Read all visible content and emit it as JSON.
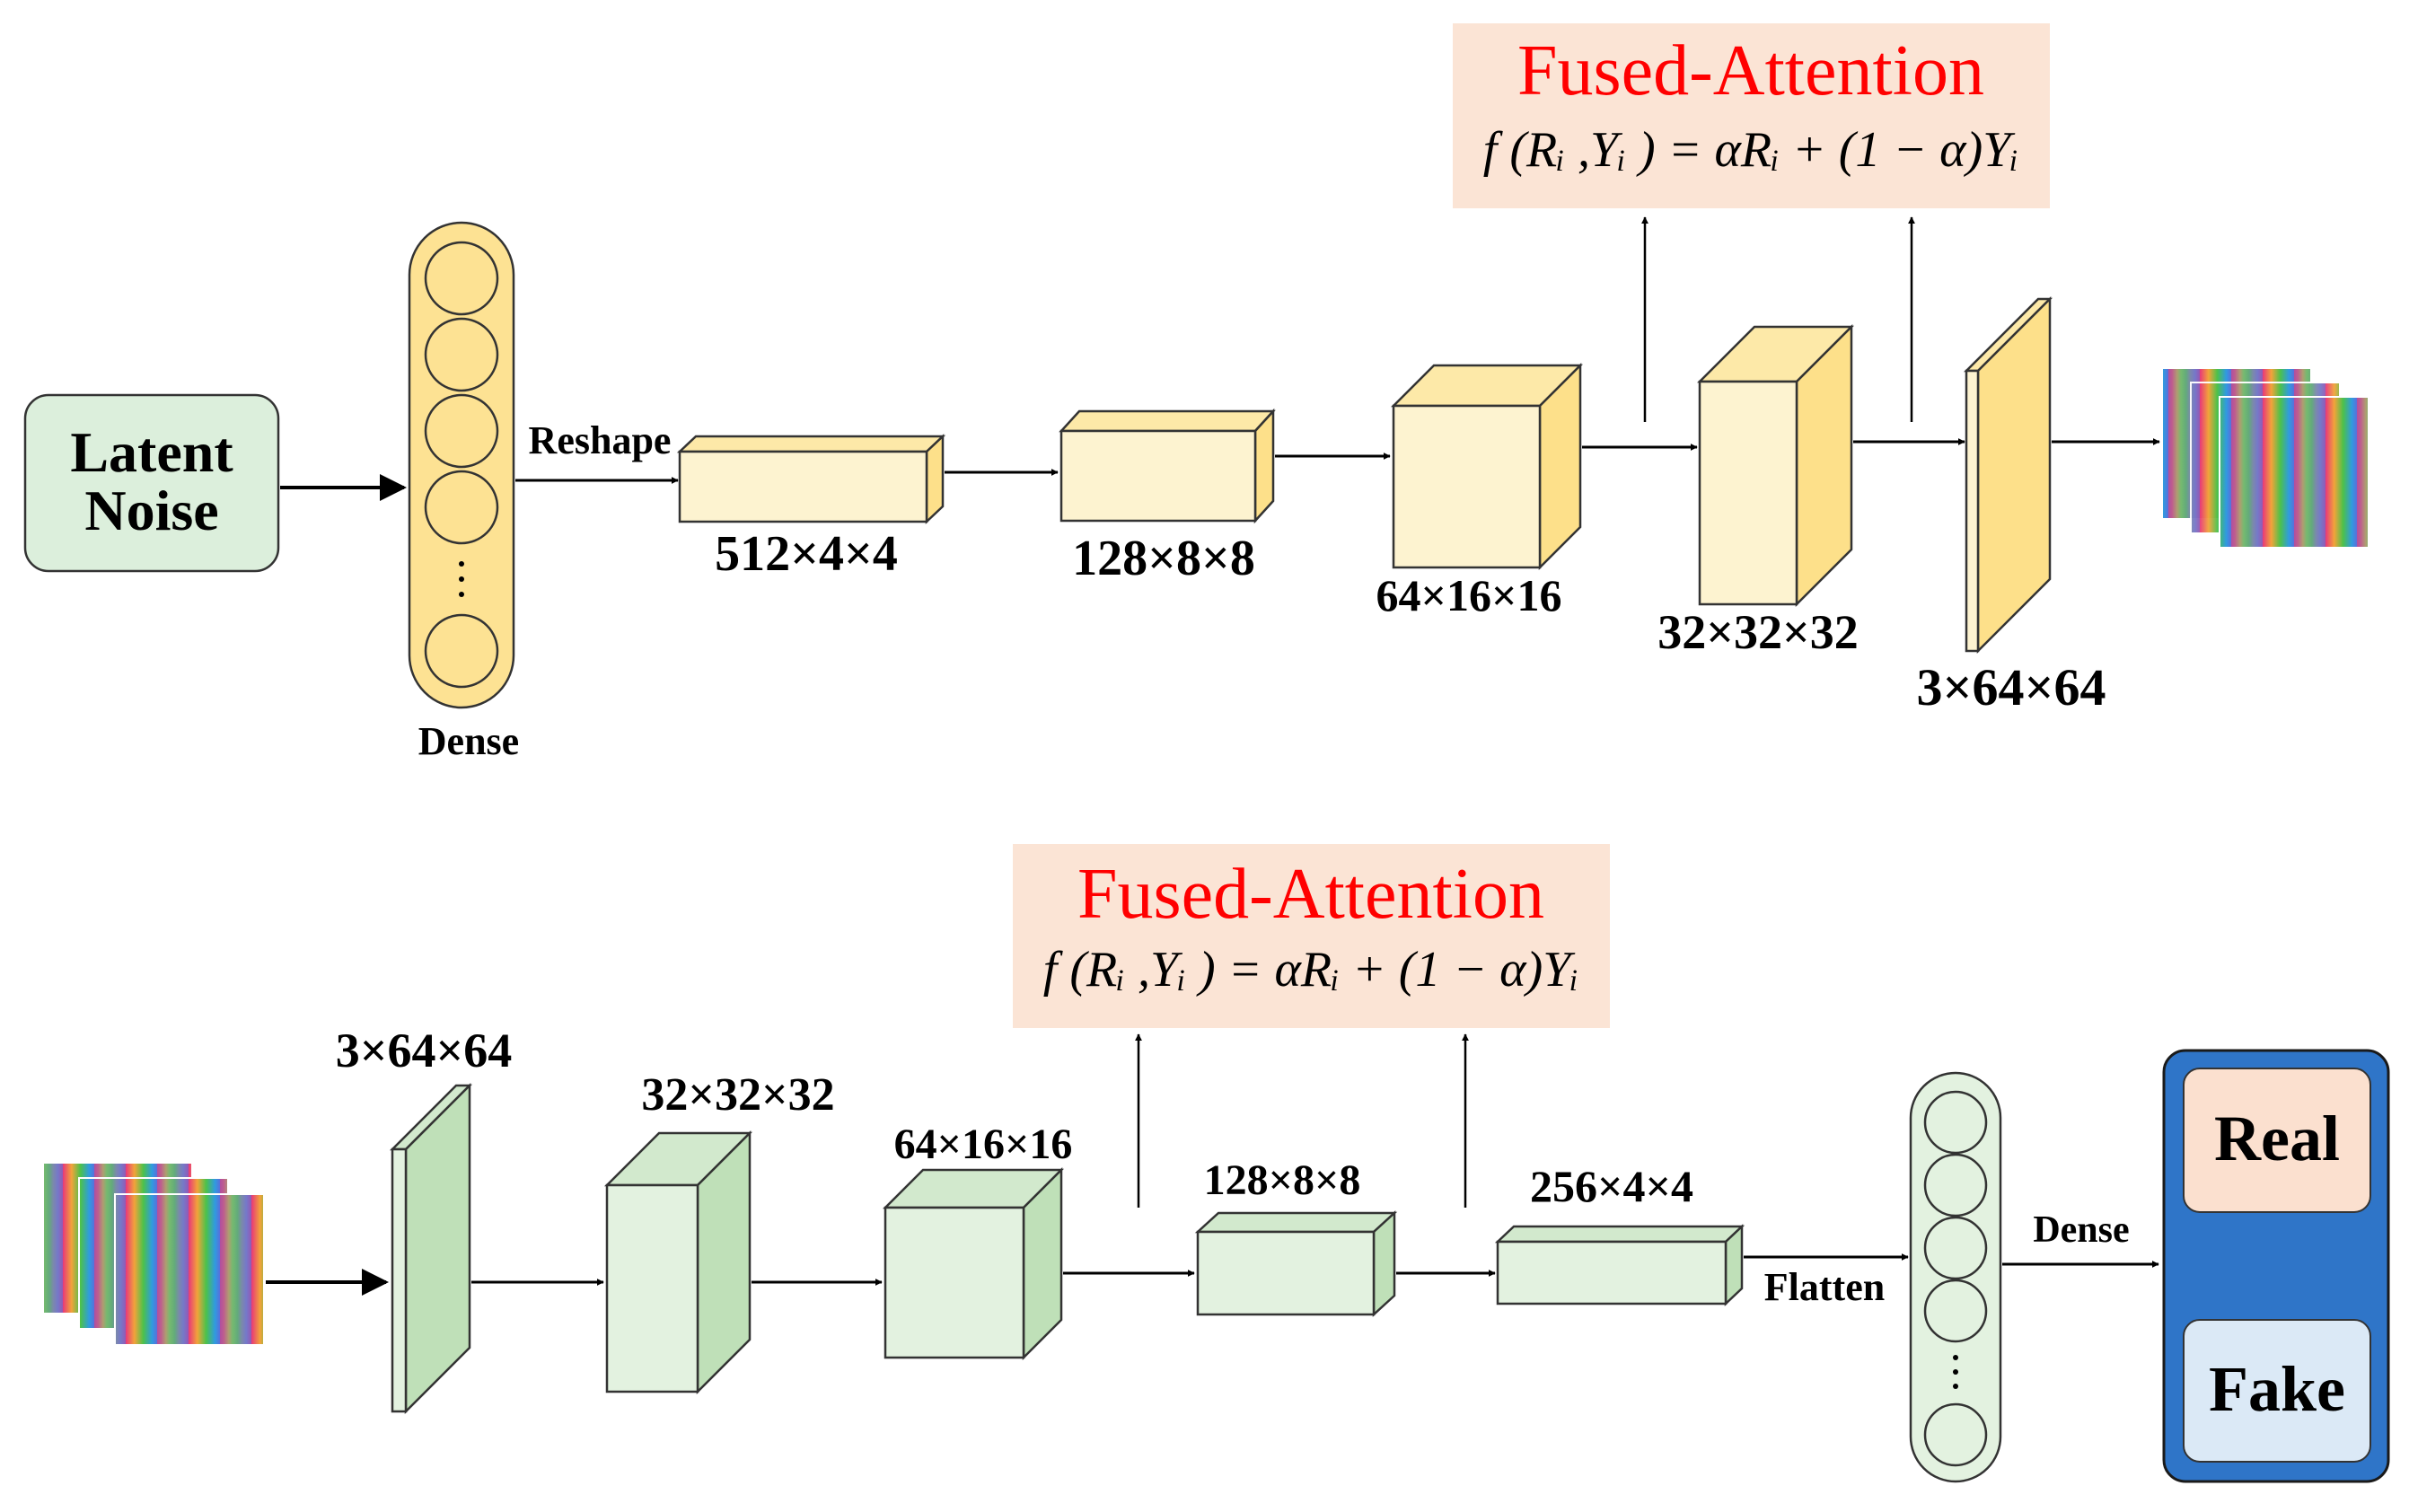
{
  "generator": {
    "input_label_line1": "Latent",
    "input_label_line2": "Noise",
    "dense_label": "Dense",
    "dense_dots": "·  ·  ·",
    "reshape_label": "Reshape",
    "layers": [
      {
        "dims": "512×4×4"
      },
      {
        "dims": "128×8×8"
      },
      {
        "dims": "64×16×16"
      },
      {
        "dims": "32×32×32"
      },
      {
        "dims": "3×64×64"
      }
    ],
    "attention": {
      "title": "Fused-Attention",
      "formula": "f (Rᵢ ,Yᵢ ) = αRᵢ + (1 − α)Yᵢ"
    }
  },
  "discriminator": {
    "layers": [
      {
        "dims": "3×64×64"
      },
      {
        "dims": "32×32×32"
      },
      {
        "dims": "64×16×16"
      },
      {
        "dims": "128×8×8"
      },
      {
        "dims": "256×4×4"
      }
    ],
    "flatten_label": "Flatten",
    "dense_label": "Dense",
    "attention": {
      "title": "Fused-Attention",
      "formula": "f (Rᵢ ,Yᵢ ) = αRᵢ + (1 − α)Yᵢ"
    },
    "output": {
      "real_label": "Real",
      "fake_label": "Fake"
    }
  },
  "colors": {
    "gen_block_front": "#fdf3d0",
    "gen_block_side": "#fde08a",
    "gen_dense": "#fde293",
    "disc_block_front": "#e3f2e0",
    "disc_block_side": "#bfe0b8",
    "noise_box": "#dcefdc",
    "attention_box": "#fbe4d5",
    "output_box": "#2f75c8",
    "real_box": "#fbe0cf",
    "fake_box": "#dbe9f6"
  }
}
